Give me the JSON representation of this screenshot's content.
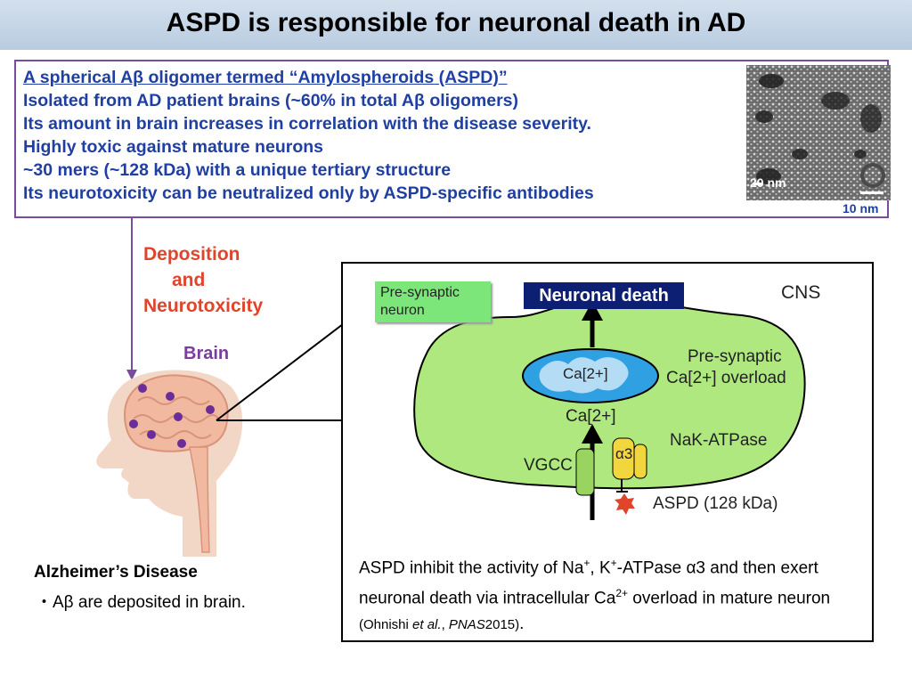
{
  "title": "ASPD is responsible for neuronal death in AD",
  "info": {
    "lines": [
      "A spherical Aβ oligomer termed “Amylospheroids (ASPD)”",
      "Isolated from AD patient brains (~60% in total Aβ oligomers)",
      "Its amount in brain increases in correlation with the disease severity.",
      "Highly toxic against mature neurons",
      "~30 mers (~128 kDa) with a unique tertiary structure",
      "Its neurotoxicity can be neutralized only by ASPD-specific antibodies"
    ],
    "scale_bar_main": "20 nm",
    "scale_bar_inset": "10 nm"
  },
  "arrow_labels": [
    "Deposition",
    "and",
    "Neurotoxicity"
  ],
  "brain_label": "Brain",
  "ad": {
    "title": "Alzheimer’s Disease",
    "note": "・Aβ are deposited in brain."
  },
  "cns": {
    "pre_synaptic_box": [
      "Pre-synaptic",
      "neuron"
    ],
    "neuronal_death": "Neuronal death",
    "cns_label": "CNS",
    "overload_lines": [
      "Pre-synaptic",
      "Ca[2+]  overload"
    ],
    "ca_inner": "Ca[2+]",
    "ca_label": "Ca[2+]",
    "nak": "NaK-ATPase",
    "vgcc": "VGCC",
    "alpha3": "α3",
    "aspd": "ASPD (128 kDa)"
  },
  "description": {
    "p1": "ASPD inhibit the activity of Na",
    "sup1": "+",
    "p2": ", K",
    "sup2": "+",
    "p3": "-ATPase α3 and then exert neuronal death via intracellular Ca",
    "sup3": "2+",
    "p4": " overload in mature neuron ",
    "cite_pre": "(Ohnishi ",
    "cite_etal": "et al.",
    "cite_mid": ", ",
    "cite_journal": "PNAS",
    "cite_post": "2015)",
    "p5": "."
  },
  "colors": {
    "info_text": "#1f3fa3",
    "info_border": "#7a4b9e",
    "red_label": "#e0442b",
    "brain_label": "#7a3d9e",
    "cell_green": "#aee87e",
    "neuronal_death_box": "#0c1f73",
    "plaque": "#6b2d9a"
  }
}
